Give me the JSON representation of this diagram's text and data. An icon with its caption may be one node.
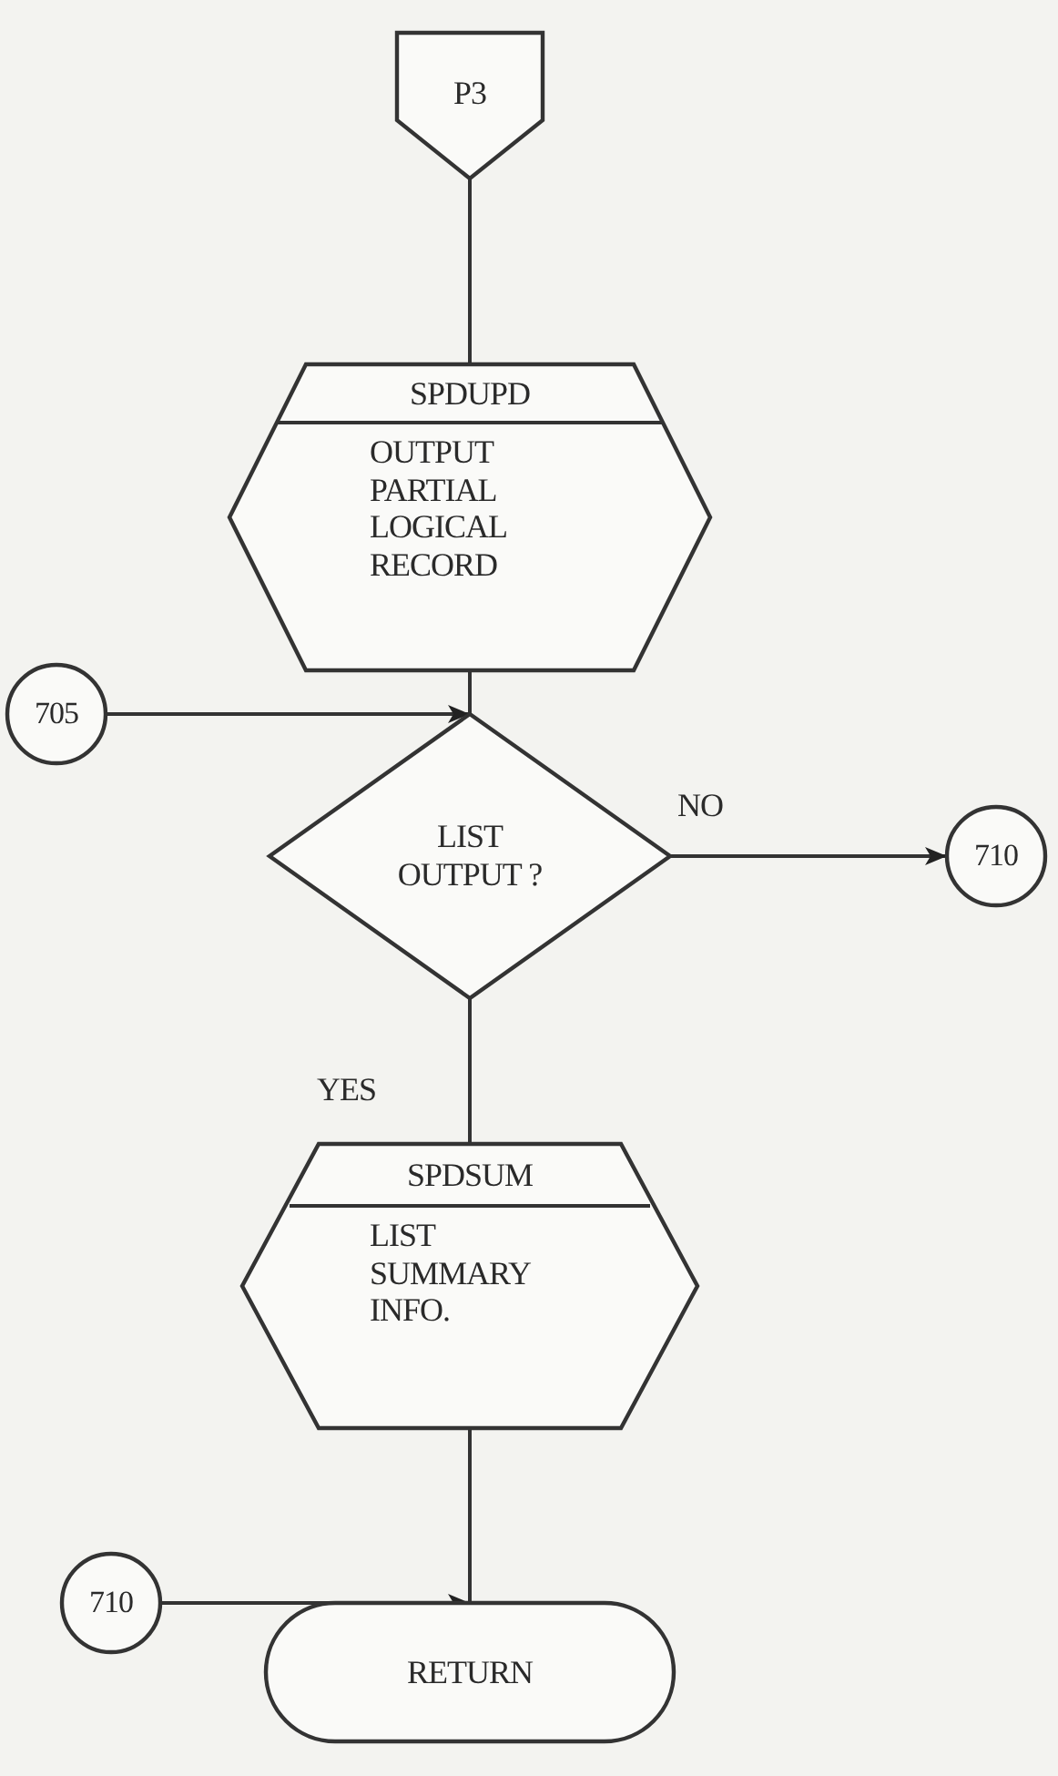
{
  "diagram": {
    "nodes": [
      {
        "text": [
          "P3"
        ]
      },
      {
        "text": [
          "SPDUPD",
          "OUTPUT PARTIAL LOGICAL RECORD"
        ]
      },
      {
        "text": [
          "705"
        ]
      },
      {
        "text": [
          "LIST OUTPUT ?"
        ]
      },
      {
        "text": [
          "710"
        ]
      },
      {
        "text": [
          "SPDSUM",
          "LIST SUMMARY INFO."
        ]
      },
      {
        "text": [
          "710"
        ]
      },
      {
        "text": [
          "RETURN"
        ]
      }
    ],
    "edges": [
      {
        "from": 0,
        "to": 1,
        "arrow": "none"
      },
      {
        "from": 1,
        "to": 3,
        "arrow": "none"
      },
      {
        "from": 2,
        "to": 3,
        "arrow": "to"
      },
      {
        "from": 3,
        "to": 4,
        "arrow": "to",
        "label": "NO"
      },
      {
        "from": 3,
        "to": 5,
        "arrow": "none",
        "label": "YES"
      },
      {
        "from": 5,
        "to": 7,
        "arrow": "none"
      },
      {
        "from": 6,
        "to": 7,
        "arrow": "to"
      }
    ]
  }
}
